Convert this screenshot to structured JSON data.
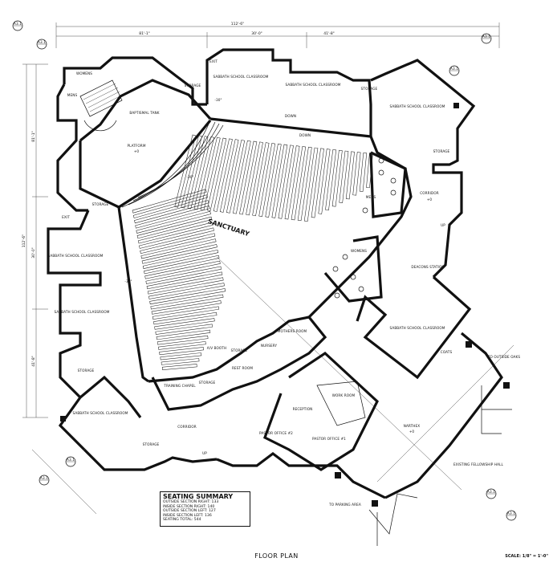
{
  "drawing": {
    "title": "FLOOR PLAN",
    "scale": "SCALE: 1/8\" = 1'-0\""
  },
  "seating_summary": {
    "heading": "SEATING SUMMARY",
    "lines": [
      "OUTSIDE SECTION RIGHT: 133",
      "INSIDE SECTION RIGHT: 140",
      "OUTSIDE SECTION LEFT: 127",
      "INSIDE SECTION LEFT: 136",
      "SEATING TOTAL: 544"
    ]
  },
  "dimensions": {
    "overall_top": "112'-6\"",
    "top_left": "81'-1\"",
    "top_mid": "30'-0\"",
    "top_right": "41'-8\"",
    "left_overall": "112'-6\"",
    "left_top": "81'-1\"",
    "left_bottom": "41'-8\"",
    "left_mid": "30'-0\""
  },
  "section_markers": [
    {
      "id": "A3.1"
    },
    {
      "id": "A3.1"
    },
    {
      "id": "A3.1"
    },
    {
      "id": "A3.1"
    },
    {
      "id": "A3.1"
    },
    {
      "id": "A3.1"
    },
    {
      "id": "A3.1"
    },
    {
      "id": "A3.1"
    }
  ],
  "rooms": {
    "sanctuary": "SANCTUARY",
    "platform": "PLATFORM",
    "platform_elev": "+0",
    "baptismal": "BAPTISMAL TANK",
    "womens_top": "WOMENS",
    "mens_top": "MENS",
    "storage_top": "STORAGE",
    "exit_top": "EXIT",
    "ss_top": "SABBATH SCHOOL CLASSROOM",
    "ss_top2": "SABBATH SCHOOL CLASSROOM",
    "storage_top2": "STORAGE",
    "ss_right_top": "SABBATH SCHOOL CLASSROOM",
    "storage_right": "STORAGE",
    "mens_right": "MENS",
    "corridor_right": "CORRIDOR",
    "corridor_right_elev": "+0",
    "womens_right": "WOMENS",
    "deacons": "DEACONS STATION",
    "ss_right_mid": "SABBATH SCHOOL CLASSROOM",
    "coats": "COATS",
    "to_outside": "TO OUTSIDE OAKS",
    "narthex": "NARTHEX",
    "narthex_elev": "+0",
    "existing_hall": "EXISTING FELLOWSHIP HALL",
    "to_parking": "TO PARKING AREA",
    "pastor2": "PASTOR OFFICE #2",
    "pastor1": "PASTOR OFFICE #1",
    "reception": "RECEPTION",
    "work_room": "WORK ROOM",
    "mothers": "MOTHERS ROOM",
    "nursery": "NURSERY",
    "storage_mid": "STORAGE",
    "rest_room": "REST ROOM",
    "av_booth": "A/V BOOTH",
    "training": "TRAINING CHAPEL",
    "storage_low": "STORAGE",
    "corridor_low": "CORRIDOR",
    "storage_bottom": "STORAGE",
    "ss_bottom_left": "SABBATH SCHOOL CLASSROOM",
    "storage_left": "STORAGE",
    "ss_left_mid": "SABBATH SCHOOL CLASSROOM",
    "ss_left_top": "SABBATH SCHOOL CLASSROOM",
    "exit_left": "EXIT",
    "storage_platform": "STORAGE",
    "up": "UP",
    "up2": "UP",
    "down": "DOWN",
    "down2": "DOWN",
    "elev_30a": "-30\"",
    "elev_30b": "-30\"",
    "elev_30c": "-30\""
  }
}
